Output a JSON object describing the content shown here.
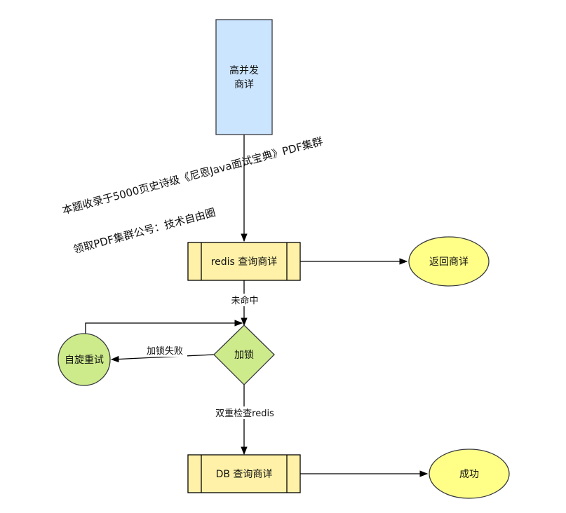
{
  "nodes": {
    "start": {
      "line1": "高并发",
      "line2": "商详",
      "fill": "#cce5ff",
      "stroke": "#36393d"
    },
    "redis_query": {
      "label": "redis 查询商详",
      "fill": "#fff2a8",
      "stroke": "#000000"
    },
    "return": {
      "label": "返回商详",
      "fill": "#ffff88"
    },
    "lock": {
      "label": "加锁",
      "fill": "#cdeb8b"
    },
    "spin_retry": {
      "label": "自旋重试",
      "fill": "#cdeb8b"
    },
    "db_query": {
      "label": "DB 查询商详",
      "fill": "#fff2a8"
    },
    "success": {
      "label": "成功",
      "fill": "#ffff88"
    }
  },
  "edges": {
    "miss": "未命中",
    "lock_fail": "加锁失败",
    "double_check": "双重检查redis"
  },
  "watermark": {
    "line1": "本题收录于5000页史诗级《尼恩Java面试宝典》PDF集群",
    "line2": "领取PDF集群公号：技术自由圈"
  }
}
